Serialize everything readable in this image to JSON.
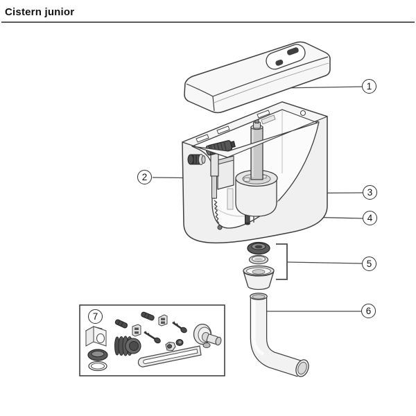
{
  "page": {
    "title": "Cistern junior"
  },
  "diagram": {
    "callouts": [
      {
        "number": "1"
      },
      {
        "number": "2"
      },
      {
        "number": "3"
      },
      {
        "number": "4"
      },
      {
        "number": "5"
      },
      {
        "number": "6"
      },
      {
        "number": "7"
      }
    ],
    "colors": {
      "line": "#3d3d3d",
      "light_fill": "#f1f1f1",
      "mid_fill": "#c8c8c8",
      "dark_part": "#565656",
      "background": "#ffffff"
    }
  }
}
